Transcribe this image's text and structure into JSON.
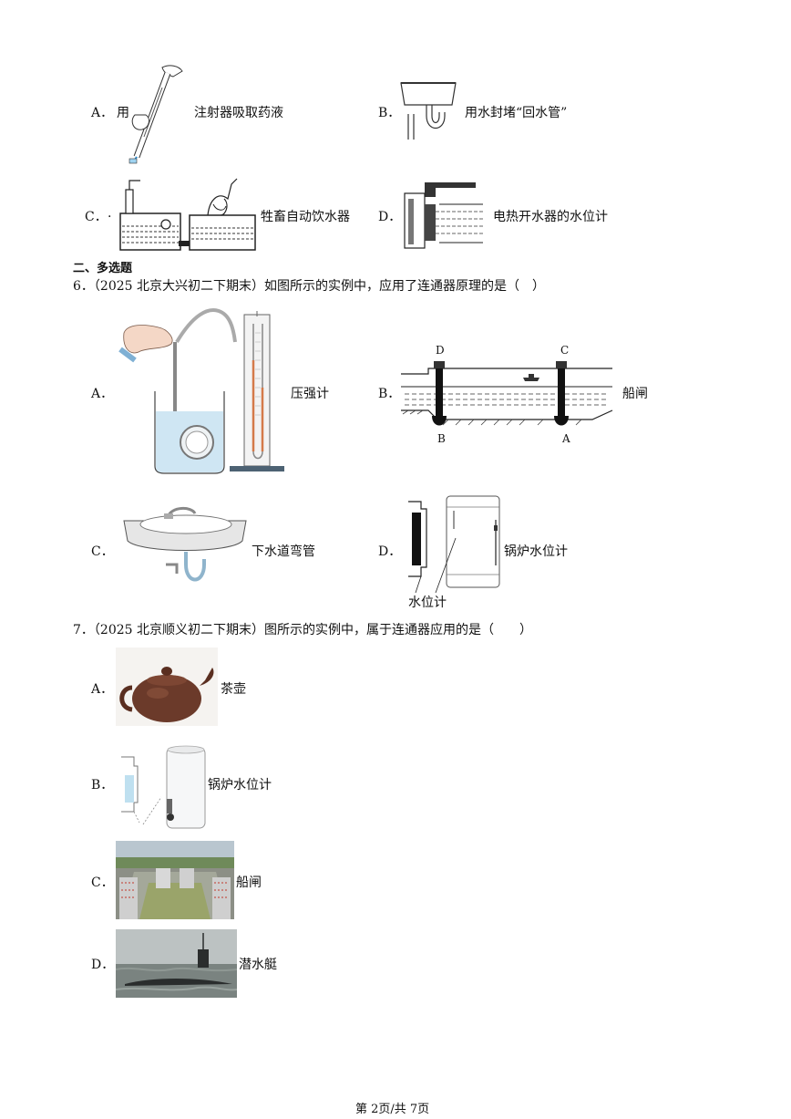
{
  "q5_options": {
    "a": {
      "letter": "A．",
      "pre": "用",
      "post": "注射器吸取药液"
    },
    "b": {
      "letter": "B．",
      "text": "用水封堵“回水管”"
    },
    "c": {
      "letter": "C．",
      "dot": "·",
      "text": "牲畜自动饮水器"
    },
    "d": {
      "letter": "D．",
      "text": "电热开水器的水位计"
    }
  },
  "section2": {
    "title": "二、多选题"
  },
  "q6": {
    "stem": "6．（2025 北京大兴初二下期末）如图所示的实例中，应用了连通器原理的是（　）",
    "a": {
      "letter": "A．",
      "text": "压强计"
    },
    "b": {
      "letter": "B．",
      "text": "船闸",
      "labels": {
        "d": "D",
        "c": "C",
        "b": "B",
        "a": "A"
      }
    },
    "c": {
      "letter": "C．",
      "text": "下水道弯管"
    },
    "d": {
      "letter": "D．",
      "text": "锅炉水位计",
      "sub": "水位计"
    }
  },
  "q7": {
    "stem": "7．（2025 北京顺义初二下期末）图所示的实例中，属于连通器应用的是（　　）",
    "a": {
      "letter": "A．",
      "text": "茶壶"
    },
    "b": {
      "letter": "B．",
      "text": "锅炉水位计"
    },
    "c": {
      "letter": "C．",
      "text": "船闸"
    },
    "d": {
      "letter": "D．",
      "text": "潜水艇"
    }
  },
  "footer": {
    "page": "第 2页/共 7页"
  }
}
